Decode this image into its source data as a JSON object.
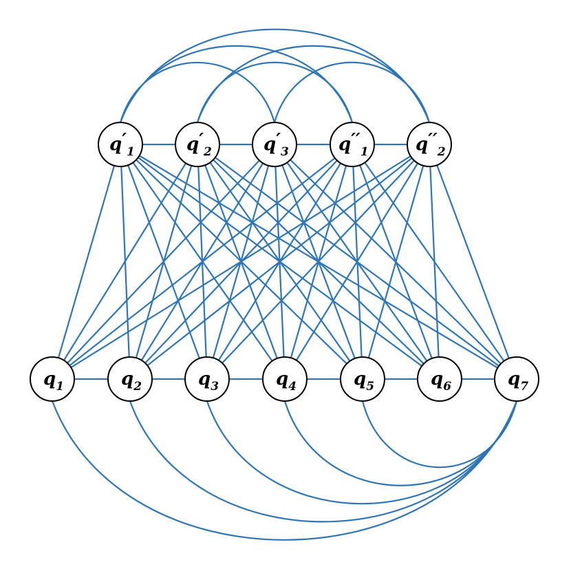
{
  "colors": {
    "edge": "#2e75b6",
    "node_stroke": "#000000",
    "node_fill": "#ffffff"
  },
  "top_nodes": [
    {
      "id": "qp1",
      "base": "q",
      "prime": "′",
      "sub": "1"
    },
    {
      "id": "qp2",
      "base": "q",
      "prime": "′",
      "sub": "2"
    },
    {
      "id": "qp3",
      "base": "q",
      "prime": "′",
      "sub": "3"
    },
    {
      "id": "qpp1",
      "base": "q",
      "prime": "′′",
      "sub": "1"
    },
    {
      "id": "qpp2",
      "base": "q",
      "prime": "′′",
      "sub": "2"
    }
  ],
  "bottom_nodes": [
    {
      "id": "q1",
      "base": "q",
      "prime": "",
      "sub": "1"
    },
    {
      "id": "q2",
      "base": "q",
      "prime": "",
      "sub": "2"
    },
    {
      "id": "q3",
      "base": "q",
      "prime": "",
      "sub": "3"
    },
    {
      "id": "q4",
      "base": "q",
      "prime": "",
      "sub": "4"
    },
    {
      "id": "q5",
      "base": "q",
      "prime": "",
      "sub": "5"
    },
    {
      "id": "q6",
      "base": "q",
      "prime": "",
      "sub": "6"
    },
    {
      "id": "q7",
      "base": "q",
      "prime": "",
      "sub": "7"
    }
  ],
  "edges": {
    "top_chain": [
      [
        "qp1",
        "qp2"
      ],
      [
        "qp2",
        "qp3"
      ],
      [
        "qp3",
        "qpp1"
      ],
      [
        "qpp1",
        "qpp2"
      ]
    ],
    "top_arcs": [
      [
        "qp1",
        "qp3"
      ],
      [
        "qp1",
        "qpp1"
      ],
      [
        "qp1",
        "qpp2"
      ],
      [
        "qp2",
        "qpp1"
      ],
      [
        "qp2",
        "qpp2"
      ],
      [
        "qp3",
        "qpp2"
      ]
    ],
    "bottom_chain": [
      [
        "q1",
        "q2"
      ],
      [
        "q2",
        "q3"
      ],
      [
        "q3",
        "q4"
      ],
      [
        "q4",
        "q5"
      ],
      [
        "q5",
        "q6"
      ],
      [
        "q6",
        "q7"
      ]
    ],
    "bottom_arcs": [
      [
        "q1",
        "q7"
      ],
      [
        "q2",
        "q7"
      ],
      [
        "q3",
        "q7"
      ],
      [
        "q4",
        "q7"
      ],
      [
        "q5",
        "q7"
      ]
    ],
    "bipartite": "all top_nodes connected to all bottom_nodes"
  }
}
